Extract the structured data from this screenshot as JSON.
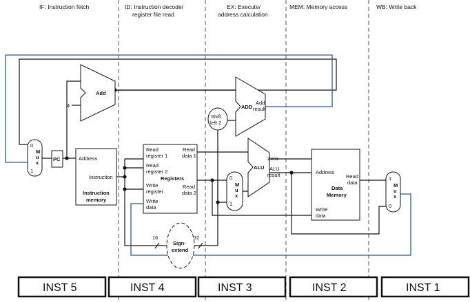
{
  "stages": [
    {
      "id": "if",
      "label": "IF: Instruction fetch"
    },
    {
      "id": "id",
      "label_line1": "ID: Instruction decode/",
      "label_line2": "register file read"
    },
    {
      "id": "ex",
      "label_line1": "EX: Execute/",
      "label_line2": "address calculation"
    },
    {
      "id": "mem",
      "label": "MEM: Memory access"
    },
    {
      "id": "wb",
      "label": "WB: Write back"
    }
  ],
  "components": {
    "pc": "PC",
    "add": "Add",
    "const4": "4",
    "mux_if": {
      "top": "0",
      "l1": "M",
      "l2": "u",
      "l3": "x",
      "bottom": "1"
    },
    "imem": {
      "address": "Address",
      "instruction": "Instruction",
      "name1": "Instruction",
      "name2": "memory"
    },
    "regs": {
      "rr1a": "Read",
      "rr1b": "register 1",
      "rr2a": "Read",
      "rr2b": "register 2",
      "wra": "Write",
      "wrb": "register",
      "wda": "Write",
      "wdb": "data",
      "rd1a": "Read",
      "rd1b": "data 1",
      "rd2a": "Read",
      "rd2b": "data 2",
      "name": "Registers"
    },
    "sign_extend": {
      "l1": "Sign-",
      "l2": "extend",
      "in_bits": "16",
      "out_bits": "32"
    },
    "shift": {
      "l1": "Shift",
      "l2": "left 2"
    },
    "adder_ex": {
      "name": "ADD",
      "out1": "Add",
      "out2": "result"
    },
    "mux_ex": {
      "top": "0",
      "l1": "M",
      "l2": "u",
      "l3": "x",
      "bottom": "1"
    },
    "alu": {
      "name": "ALU",
      "zero": "Zero",
      "res1": "ALU",
      "res2": "result"
    },
    "dmem": {
      "address": "Address",
      "rda": "Read",
      "rdb": "data",
      "wda": "Write",
      "wdb": "data",
      "name1": "Data",
      "name2": "Memory"
    },
    "mux_wb": {
      "top": "1",
      "l1": "M",
      "l2": "u",
      "l3": "x",
      "bottom": "0"
    }
  },
  "instructions": [
    "INST 5",
    "INST 4",
    "INST 3",
    "INST 2",
    "INST 1"
  ],
  "colors": {
    "wire": "#111111",
    "feedback": "#2a579a"
  }
}
